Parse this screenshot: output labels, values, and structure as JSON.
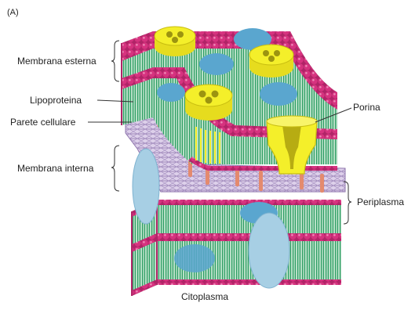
{
  "figure": {
    "panel_letter": "(A)",
    "labels": {
      "outer_membrane": "Membrana esterna",
      "lipoprotein": "Lipoproteina",
      "cell_wall": "Parete cellulare",
      "inner_membrane": "Membrana interna",
      "porin": "Porina",
      "periplasm": "Periplasma",
      "cytoplasm": "Citoplasma"
    },
    "colors": {
      "lipid_head": "#d6337f",
      "lipid_tail": "#2e9e64",
      "porin": "#f4ef2a",
      "protein_blue": "#5aa6cf",
      "transmembrane_protein": "#a7cfe4",
      "peptidoglycan": "#b9a3cf",
      "lipoprotein": "#e48a6e"
    }
  }
}
